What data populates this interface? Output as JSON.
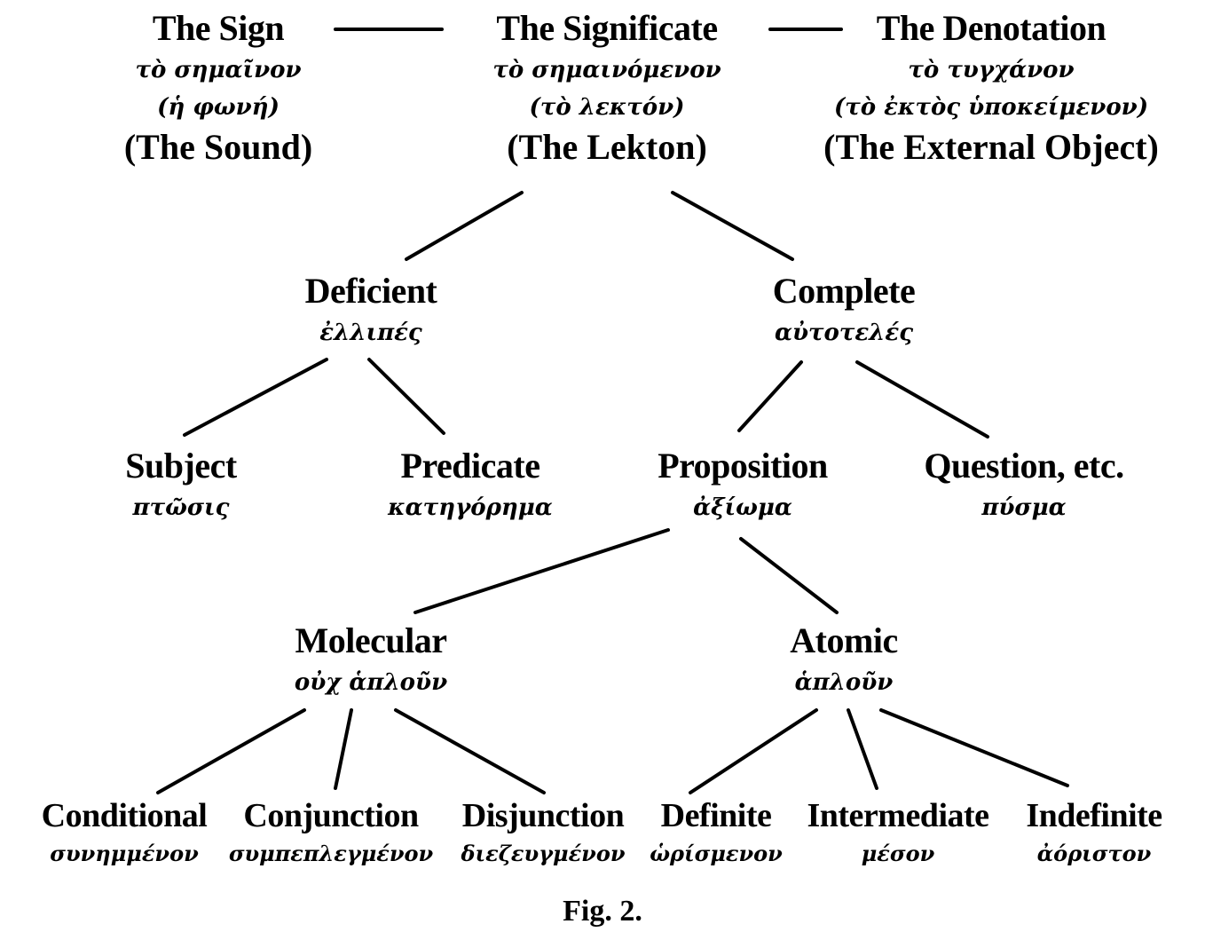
{
  "diagram": {
    "top": {
      "sign": {
        "label": "The Sign",
        "greek": "τὸ σημαῖνον",
        "greek_alt": "(ἡ φωνή)",
        "english_alt": "(The Sound)"
      },
      "significate": {
        "label": "The Significate",
        "greek": "τὸ σημαινόμενον",
        "greek_alt": "(τὸ λεκτόν)",
        "english_alt": "(The Lekton)"
      },
      "denotation": {
        "label": "The Denotation",
        "greek": "τὸ τυγχάνον",
        "greek_alt": "(τὸ ἐκτὸς ὑποκείμενον)",
        "english_alt": "(The External Object)"
      }
    },
    "deficient": {
      "label": "Deficient",
      "greek": "ἐλλιπές"
    },
    "complete": {
      "label": "Complete",
      "greek": "αὐτοτελές"
    },
    "subject": {
      "label": "Subject",
      "greek": "πτῶσις"
    },
    "predicate": {
      "label": "Predicate",
      "greek": "κατηγόρημα"
    },
    "proposition": {
      "label": "Proposition",
      "greek": "ἀξίωμα"
    },
    "question": {
      "label": "Question, etc.",
      "greek": "πύσμα"
    },
    "molecular": {
      "label": "Molecular",
      "greek": "οὐχ ἁπλοῦν"
    },
    "atomic": {
      "label": "Atomic",
      "greek": "ἁπλοῦν"
    },
    "conditional": {
      "label": "Conditional",
      "greek": "συνημμένον"
    },
    "conjunction": {
      "label": "Conjunction",
      "greek": "συμπεπλεγμένον"
    },
    "disjunction": {
      "label": "Disjunction",
      "greek": "διεζευγμένον"
    },
    "definite": {
      "label": "Definite",
      "greek": "ὡρίσμενον"
    },
    "intermediate": {
      "label": "Intermediate",
      "greek": "μέσον"
    },
    "indefinite": {
      "label": "Indefinite",
      "greek": "ἀόριστον"
    },
    "caption": "Fig. 2."
  }
}
